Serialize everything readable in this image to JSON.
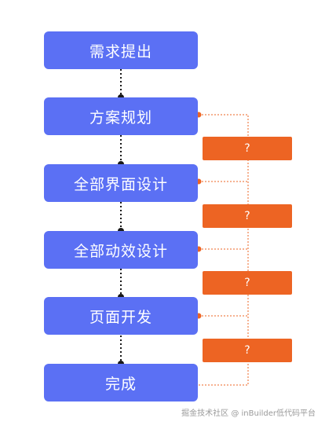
{
  "steps": [
    {
      "label": "需求提出"
    },
    {
      "label": "方案规划"
    },
    {
      "label": "全部界面设计"
    },
    {
      "label": "全部动效设计"
    },
    {
      "label": "页面开发"
    },
    {
      "label": "完成"
    }
  ],
  "questions": [
    {
      "label": "?"
    },
    {
      "label": "?"
    },
    {
      "label": "?"
    },
    {
      "label": "?"
    }
  ],
  "watermark": "掘金技术社区 @ inBuilder低代码平台",
  "colors": {
    "step": "#5b70f4",
    "question": "#ed6423",
    "connector": "#1a1a1a",
    "feedback": "#ed6423"
  }
}
